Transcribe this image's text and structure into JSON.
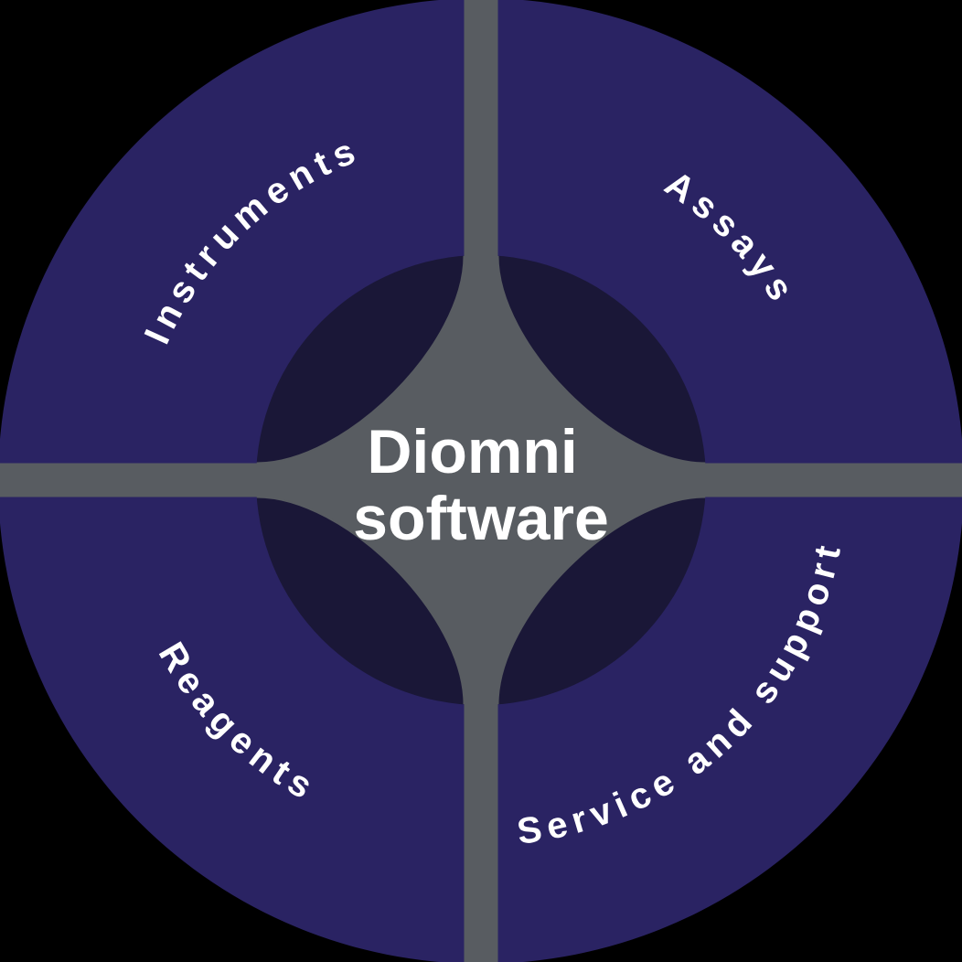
{
  "diagram": {
    "title": "Diomni software ecosystem wheel",
    "center": {
      "line1": "Diomni",
      "line2": "software"
    },
    "quadrants": [
      {
        "label": "Instruments",
        "position": "top-left"
      },
      {
        "label": "Assays",
        "position": "top-right"
      },
      {
        "label": "Reagents",
        "position": "bottom-left"
      },
      {
        "label": "Service and support",
        "position": "bottom-right"
      }
    ],
    "colors": {
      "background": "#000000",
      "ring": "#2A2363",
      "inner_disc": "#1A1737",
      "cross": "#585C61",
      "label_text": "#FFFFFF"
    }
  }
}
